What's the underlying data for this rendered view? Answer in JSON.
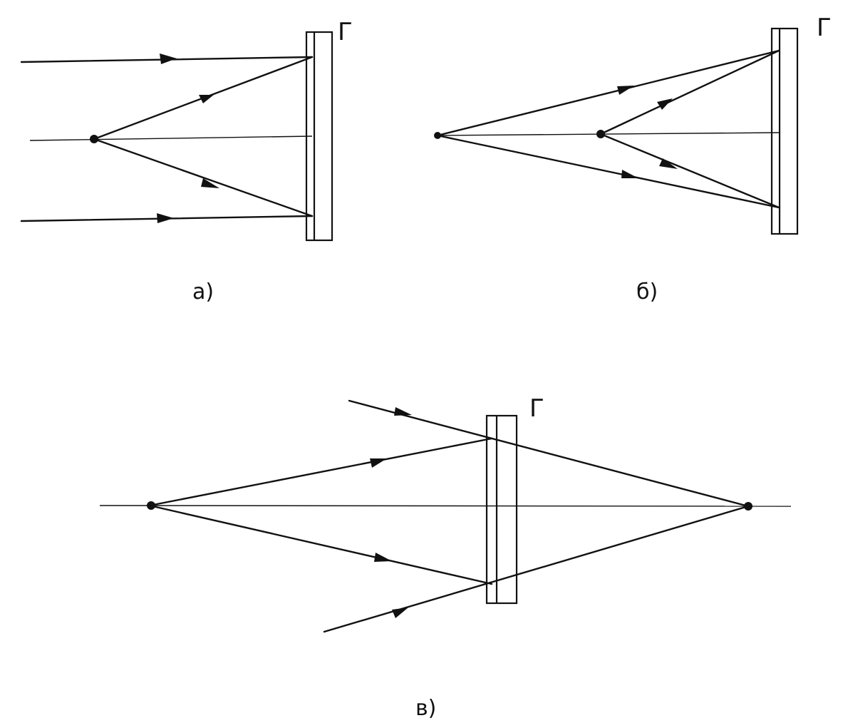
{
  "panels": [
    {
      "id": "a",
      "caption": "a)",
      "plate_label": "Г"
    },
    {
      "id": "b",
      "caption": "б)",
      "plate_label": "Г"
    },
    {
      "id": "v",
      "caption": "в)",
      "plate_label": "Г"
    }
  ]
}
